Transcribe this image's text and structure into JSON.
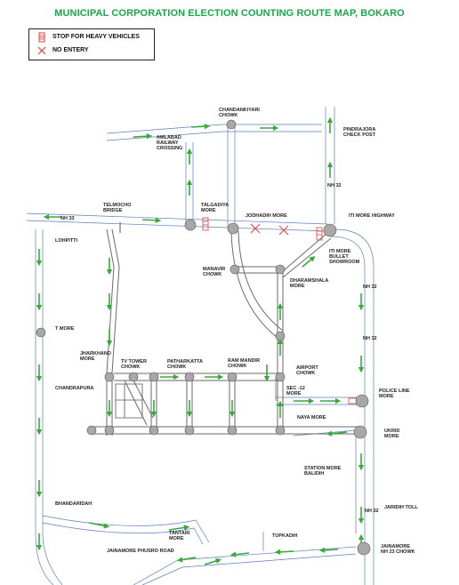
{
  "title": "MUNICIPAL CORPORATION ELECTION COUNTING ROUTE MAP, BOKARO",
  "legend": {
    "stop_label": "STOP FOR HEAVY VEHICLES",
    "no_entry_label": "NO ENTERY"
  },
  "colors": {
    "title": "#1aa64a",
    "road_outline": "#5b7fb8",
    "arrow_green": "#3aa83a",
    "stop_red": "#e0403a",
    "junction_grey": "#9a9a9a",
    "dark_road": "#555555"
  },
  "labels": {
    "chandankiyari": "CHANDANKIYARI\nCHOWK",
    "pindrajora": "PINDRAJORA\nCHECK POST",
    "amlabad": "AMLABAD\nRAILWAY\nCROSSING",
    "talgadiya": "TALGADIYA\nMORE",
    "telmocho": "TELMOCHO\nBRIDGE",
    "nh33_top": "NH 33",
    "jodhadih": "JODHADIH MORE",
    "iti_highway": "ITI MORE HIGHWAY",
    "nh32_top": "NH 32",
    "lohpitti": "LOHPITTI",
    "iti_bullet": "ITI MORE\nBULLET\nSHOWROOM",
    "manavir": "MANAVIR\nCHOWK",
    "dharamshala": "DHARAMSHALA\nMORE",
    "nh32_mid": "NH 32",
    "t_more": "T MORE",
    "nh32_lower": "NH 32",
    "jharkhand": "JHARKHAND\nMORE",
    "tv_tower": "TV TOWER\nCHOWK",
    "patharkatta": "PATHARKATTA\nCHOWK",
    "ram_mandir": "RAM MANDIR\nCHOWK",
    "airport": "AIRPORT\nCHOWK",
    "chandrapura": "CHANDRAPURA",
    "sec12": "SEC -12\nMORE",
    "police_line": "POLICE LINE\nMORE",
    "naya_more": "NAYA MORE",
    "ukrid": "UKRID\nMORE",
    "station_more": "STATION MORE\nBALIDIH",
    "jaridih": "JARIDIH TOLL",
    "nh32_bottom": "NH 32",
    "bhandaridah": "BHANDARIDAH",
    "tantari": "TANTARI\nMORE",
    "tupkadih": "TUPKADIH",
    "jainamore_phusro": "JAINAMORE PHUSRO ROAD",
    "jainamore_nh23": "JAINAMORE\nNH 23 CHOWK"
  }
}
